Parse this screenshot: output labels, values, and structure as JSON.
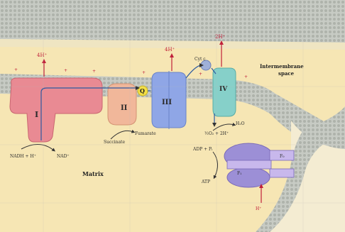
{
  "labels": {
    "proton_top": "4H⁺",
    "complex_I": "I",
    "complex_II": "II",
    "complex_III": "III",
    "complex_IV": "IV",
    "q": "Q",
    "cyt_c": "Cyt c",
    "nadh": "NADH + H⁺",
    "nad": "NAD⁺",
    "succinate": "Succinate",
    "fumarate": "Fumarate",
    "o2": "½O₂ + 2H⁺",
    "h2o": "H₂O",
    "adp": "ADP + Pᵢ",
    "atp": "ATP",
    "h_plus": "H⁺",
    "intermembrane_line1": "Intermembrane",
    "intermembrane_line2": "space",
    "matrix": "Matrix",
    "f0": "F₀",
    "f1": "F₁",
    "pump_III": "4H⁺",
    "pump_IV": "2H⁺"
  },
  "colors": {
    "complex_I": "#e98a93",
    "complex_II": "#f1b79a",
    "complex_III": "#8fa6e6",
    "complex_IV": "#86d0c9",
    "atp_synthase": "#9c8fd6",
    "membrane": "#b9bdb5",
    "proton_arrow": "#c0203a"
  }
}
